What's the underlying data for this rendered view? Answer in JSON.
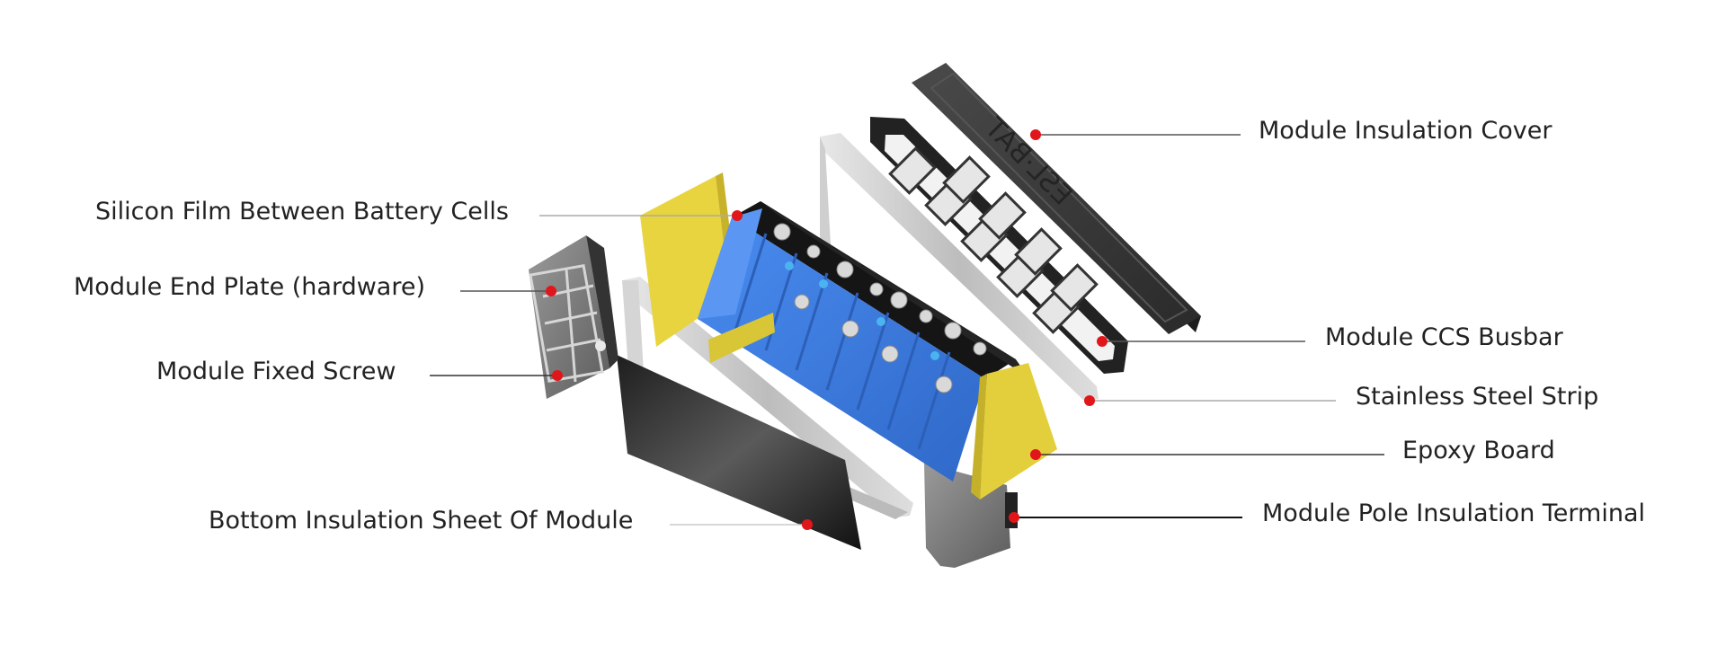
{
  "colors": {
    "dot": "#e0161b",
    "leader": "#555555",
    "cell_blue": "#3a7be0",
    "film_yellow": "#e3cf3c",
    "dark_plate": "#3b3b3b",
    "steel": "#c9c9c9"
  },
  "labels": {
    "insulation_cover": "Module Insulation Cover",
    "silicon_film": "Silicon Film Between Battery Cells",
    "end_plate": "Module End Plate (hardware)",
    "fixed_screw": "Module Fixed Screw",
    "ccs_busbar": "Module CCS Busbar",
    "steel_strip": "Stainless Steel Strip",
    "epoxy_board": "Epoxy Board",
    "bottom_sheet": "Bottom Insulation Sheet Of Module",
    "pole_terminal": "Module Pole Insulation Terminal"
  },
  "cover_mark": "ESL·BAT"
}
